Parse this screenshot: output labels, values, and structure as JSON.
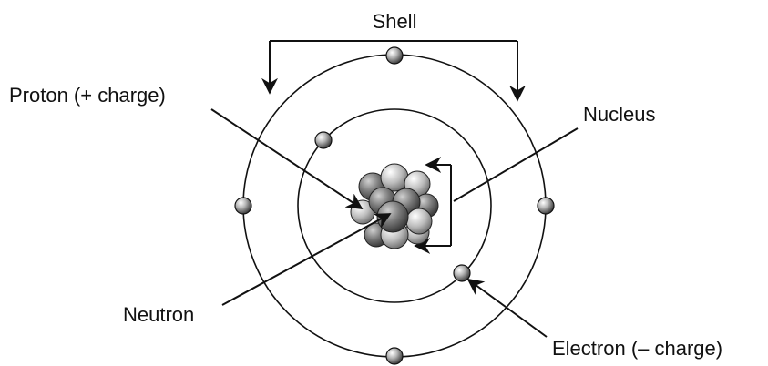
{
  "labels": {
    "shell": "Shell",
    "proton": "Proton (+ charge)",
    "nucleus": "Nucleus",
    "neutron": "Neutron",
    "electron": "Electron (– charge)"
  },
  "colors": {
    "ink": "#111111",
    "nucleon_dark": "#5a5a5a",
    "nucleon_light": "#c8c8c8",
    "electron_fill": "#9a9a9a"
  },
  "icons": {
    "electron": "electron-sphere-icon",
    "nucleon": "nucleon-sphere-icon"
  }
}
